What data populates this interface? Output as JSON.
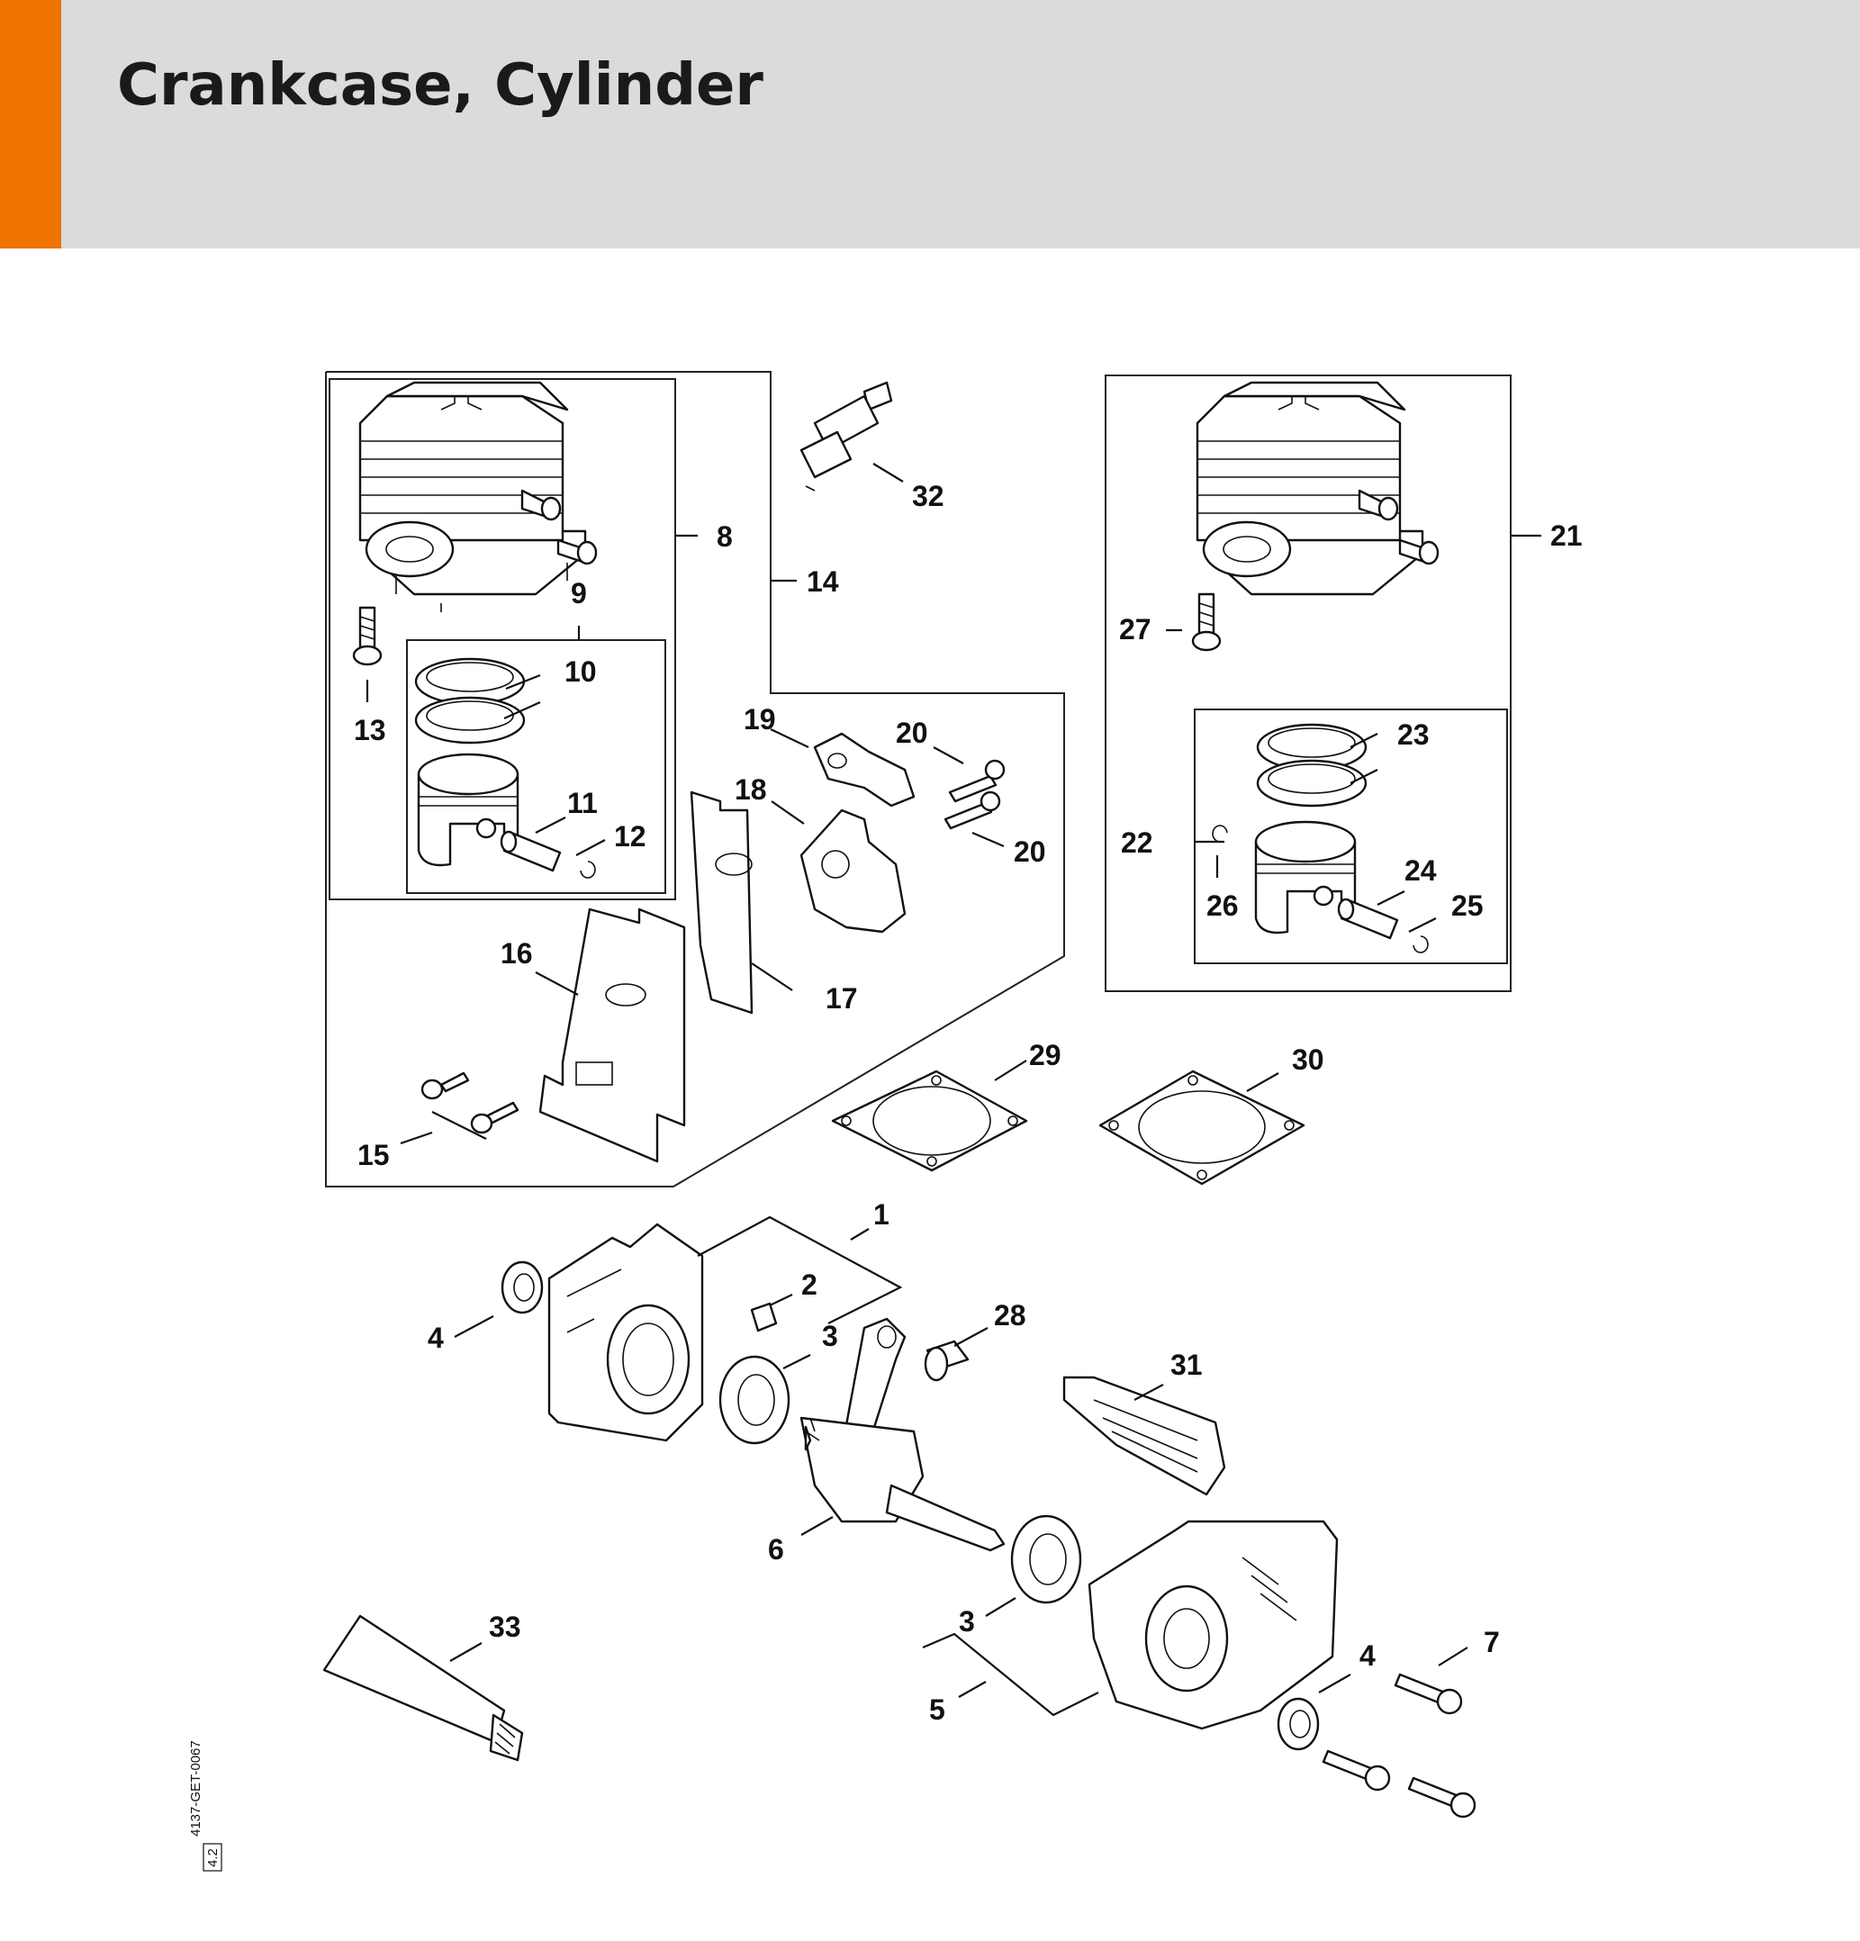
{
  "header": {
    "title": "Crankcase, Cylinder",
    "accent_color": "#f07300",
    "background_color": "#dadbdb"
  },
  "diagram": {
    "reference_code": "4137-GET-0067",
    "reference_rev": "4.2",
    "callouts": [
      "1",
      "2",
      "3",
      "3",
      "4",
      "4",
      "5",
      "6",
      "7",
      "8",
      "9",
      "10",
      "11",
      "12",
      "13",
      "14",
      "15",
      "16",
      "17",
      "18",
      "19",
      "20",
      "20",
      "21",
      "22",
      "23",
      "24",
      "25",
      "26",
      "27",
      "28",
      "29",
      "30",
      "31",
      "32",
      "33"
    ]
  }
}
